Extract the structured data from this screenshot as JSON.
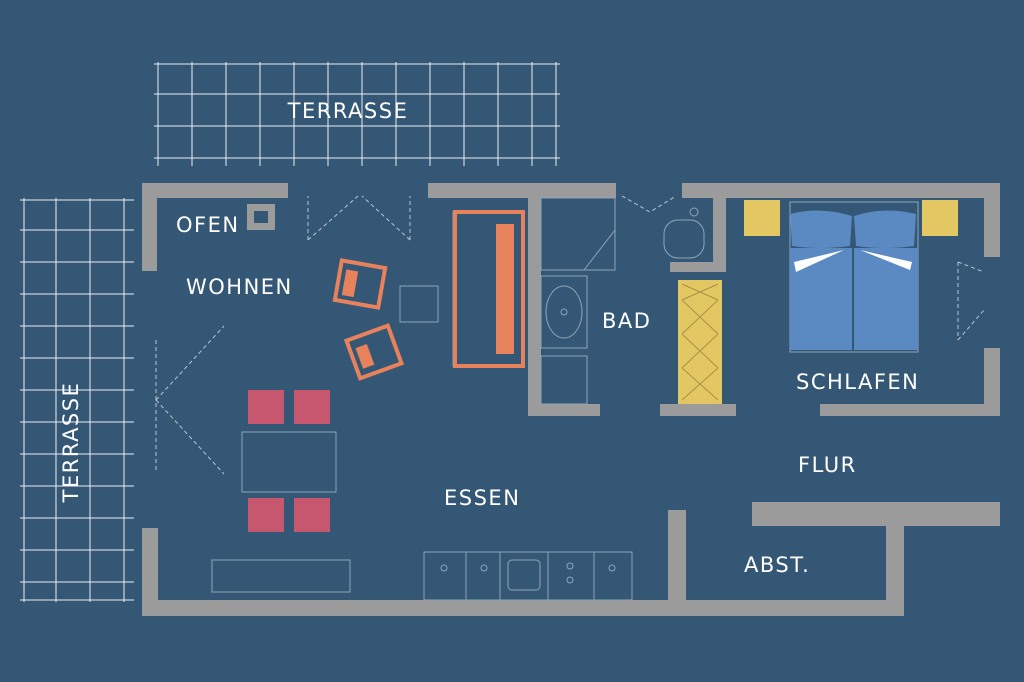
{
  "colors": {
    "background": "#355776",
    "wall": "#9b9b9b",
    "sofa": "#e8825c",
    "dining_chair": "#c7576e",
    "bed": "#5b8ac2",
    "nightstand": "#e3c763",
    "wardrobe": "#e3c763"
  },
  "rooms": {
    "terrasse_top": "TERRASSE",
    "terrasse_left": "TERRASSE",
    "ofen": "OFEN",
    "wohnen": "WOHNEN",
    "bad": "BAD",
    "schlafen": "SCHLAFEN",
    "flur": "FLUR",
    "essen": "ESSEN",
    "abst": "ABST."
  }
}
